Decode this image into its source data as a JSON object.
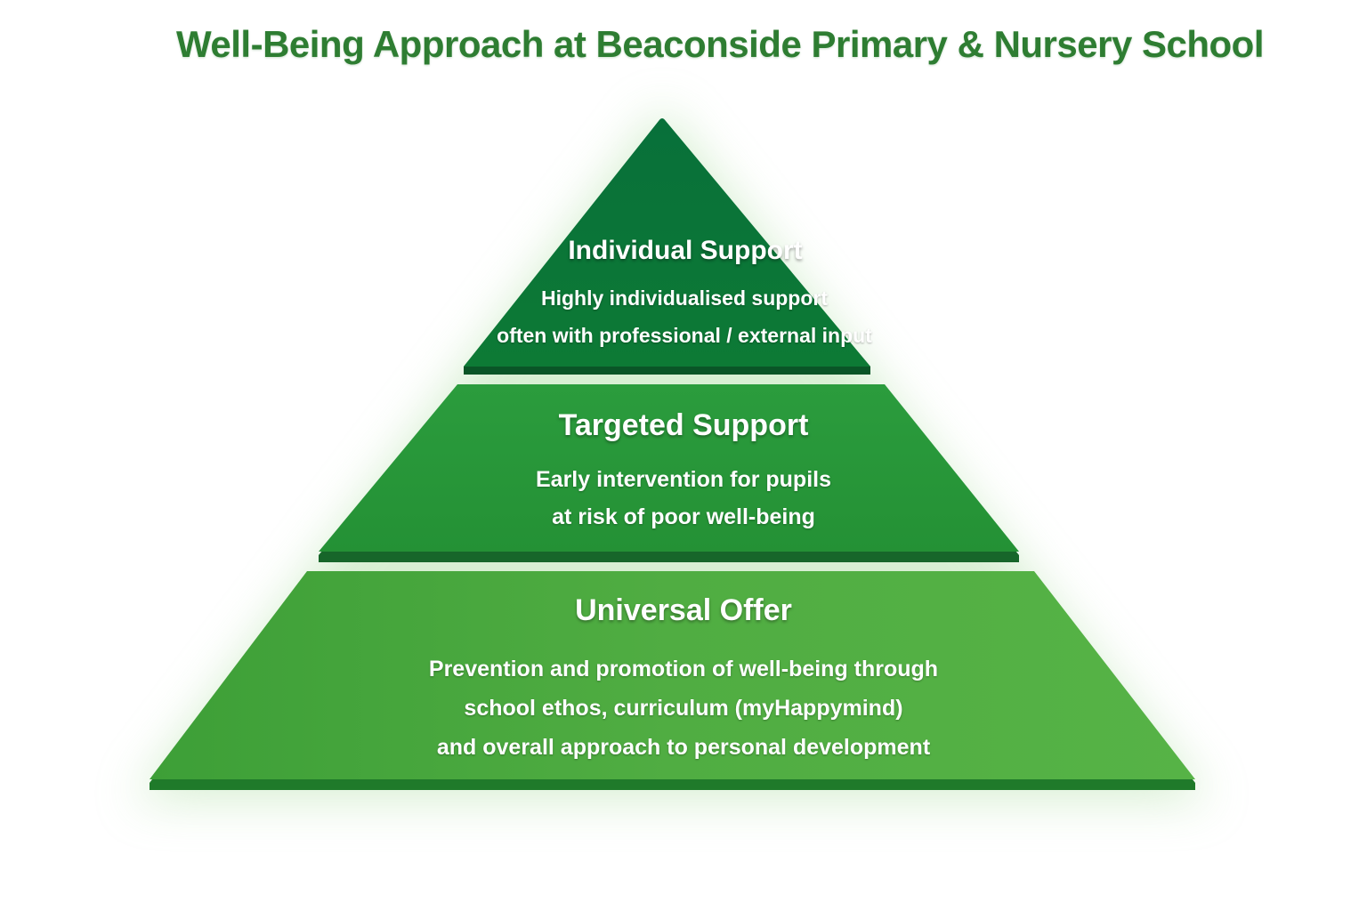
{
  "title": "Well-Being Approach at Beaconside Primary & Nursery School",
  "colors": {
    "title": "#2e7d32",
    "tier_top": "#0c6e35",
    "tier_middle": "#2a9a3c",
    "tier_bottom": "#4caf3d",
    "glow": "#a5d6a7",
    "text": "#ffffff"
  },
  "tiers": [
    {
      "title": "Individual Support",
      "lines": [
        "Highly individualised support",
        "often with professional / external input"
      ]
    },
    {
      "title": "Targeted Support",
      "lines": [
        "Early intervention for pupils",
        "at risk of poor well-being"
      ]
    },
    {
      "title": "Universal Offer",
      "lines": [
        "Prevention and promotion of well-being through",
        "school ethos, curriculum (myHappymind)",
        "and overall approach to personal development"
      ]
    }
  ]
}
